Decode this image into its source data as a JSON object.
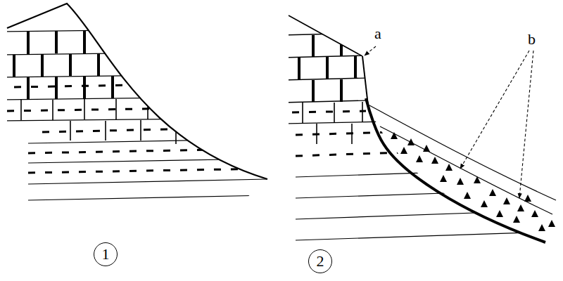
{
  "diagram": {
    "nodes": [
      {
        "text": [
          "1"
        ]
      },
      {
        "text": [
          "2"
        ]
      }
    ],
    "labels": [
      "a",
      "b"
    ]
  }
}
